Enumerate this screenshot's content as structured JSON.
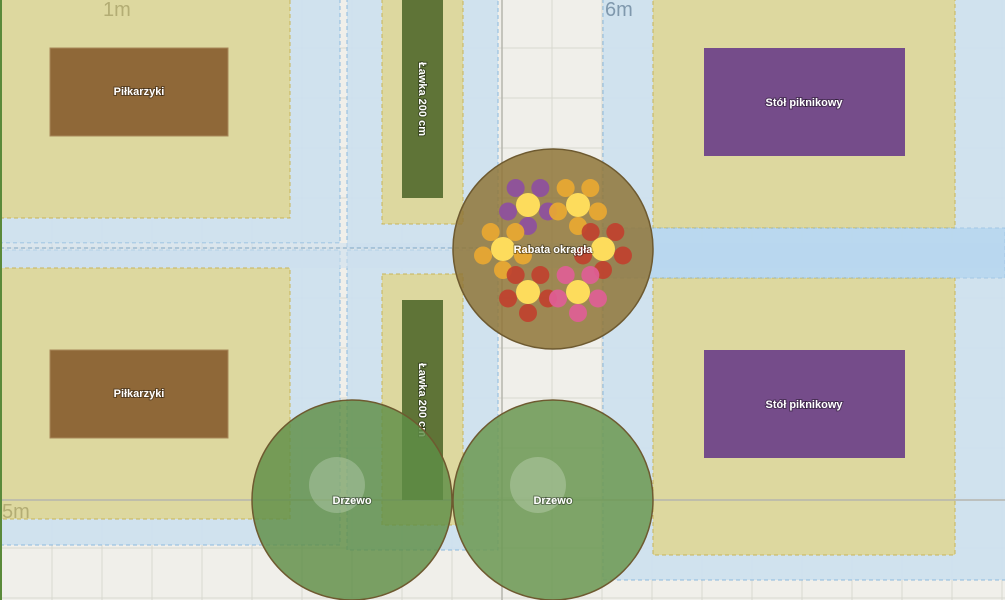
{
  "rulers": {
    "top_left": "1m",
    "top_right": "6m",
    "left": "5m"
  },
  "objects": {
    "foosball_1": "Piłkarzyki",
    "foosball_2": "Piłkarzyki",
    "bench_1": "Ławka 200 cm",
    "bench_2": "Ławka 200 cm",
    "flowerbed": "Rabata okrągła",
    "tree_1": "Drzewo",
    "tree_2": "Drzewo",
    "picnic_table_1": "Stół piknikowy",
    "picnic_table_2": "Stół piknikowy"
  },
  "colors": {
    "zone": "#ddd89c",
    "clearance": "#cde0ee",
    "foosball": "#8f6838",
    "bench": "#5f7437",
    "picnic": "#754c8a",
    "flowerbed": "#9c8650",
    "tree": "#6d9a5c"
  }
}
